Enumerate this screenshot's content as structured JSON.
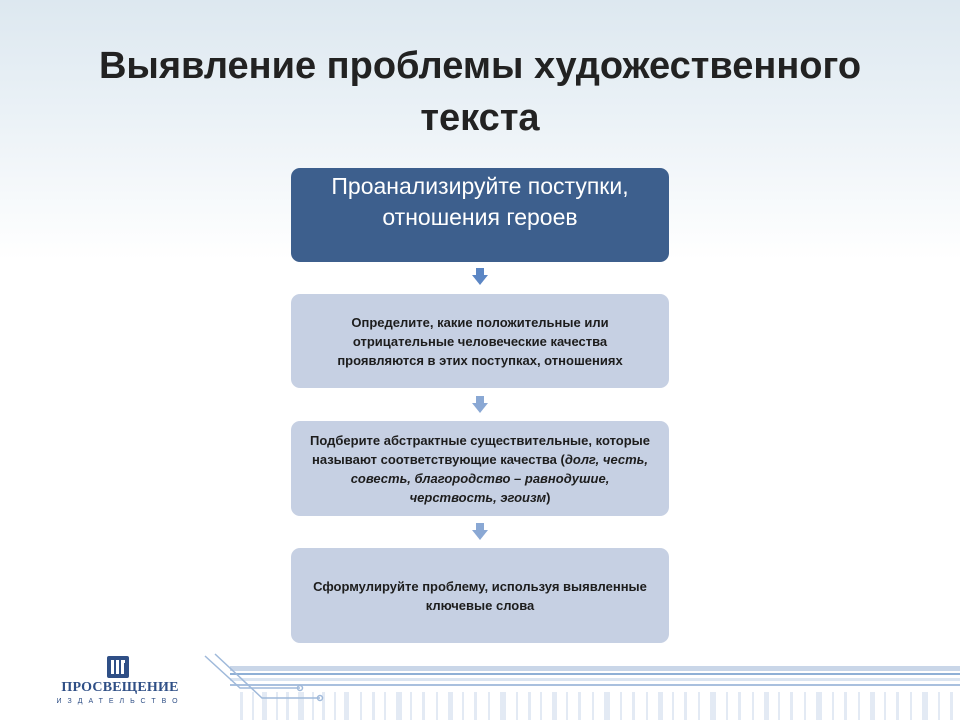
{
  "slide": {
    "title": "Выявление проблемы художественного текста"
  },
  "flow": {
    "head": "Проанализируйте поступки, отношения героев",
    "step1": "Определите, какие положительные или отрицательные человеческие качества проявляются в этих поступках, отношениях",
    "step2": {
      "line1": "Подберите абстрактные существительные, которые   называют соответствующие качества (",
      "examples": "долг, честь, совесть, благородство – равнодушие, черствость, эгоизм",
      "close": ")"
    },
    "step3": "Сформулируйте проблему, используя выявленные ключевые слова"
  },
  "logo": {
    "name": "ПРОСВЕЩЕНИЕ",
    "sub": "ИЗДАТЕЛЬСТВО"
  },
  "colors": {
    "head_box": "#3d5f8d",
    "step_box": "#c6d0e3",
    "arrow": "#5b86c4"
  }
}
